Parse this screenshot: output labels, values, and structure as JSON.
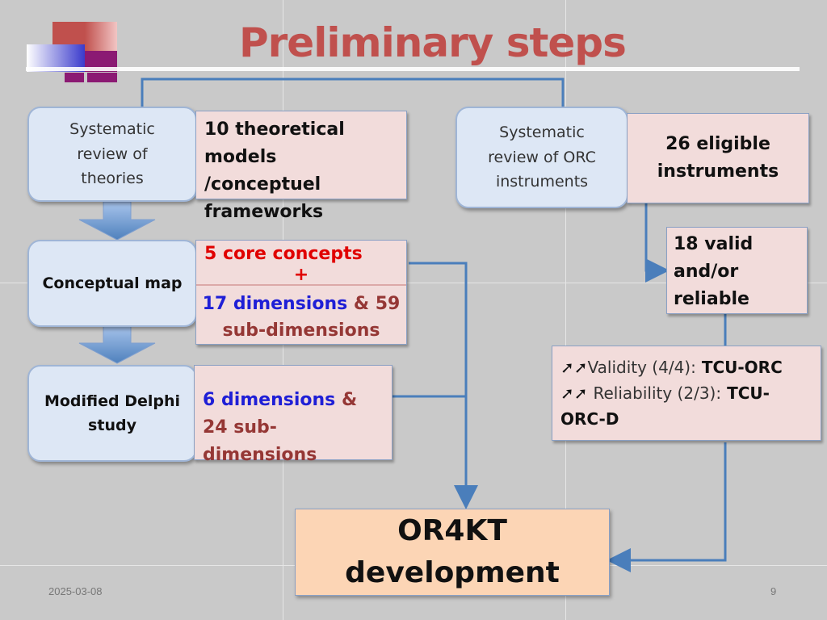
{
  "title": "Preliminary steps",
  "left_column": {
    "step1": "Systematic review of theories",
    "step2": "Conceptual map",
    "step3": "Modified Delphi study"
  },
  "left_results": {
    "theories": "10 theoretical models /conceptuel frameworks",
    "core_concepts": "5 core concepts",
    "plus": "+",
    "dims17": "17 dimensions",
    "amp": "&",
    "subdims59": "59 sub-dimensions",
    "dims6": "6 dimensions",
    "amp2": "&",
    "subdims24": "24 sub-dimensions"
  },
  "right_column": {
    "step1": "Systematic review of ORC instruments",
    "eligible": "26 eligible instruments",
    "valid": "18 valid and/or reliable",
    "arrows": "➚➚",
    "validity_label": "Validity (4/4):",
    "validity_instrument": "TCU-ORC",
    "reliability_label": "Reliability (2/3):",
    "reliability_instrument": "TCU-ORC-D"
  },
  "result": {
    "line1": "OR4KT",
    "line2": "development"
  },
  "footer": {
    "date": "2025-03-08",
    "page": "9"
  }
}
